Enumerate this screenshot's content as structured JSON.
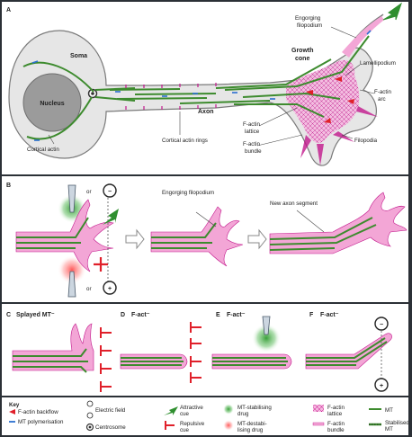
{
  "panelA": {
    "letter": "A",
    "soma": "Soma",
    "nucleus": "Nucleus",
    "engorging": [
      "Engorging",
      "filopodium"
    ],
    "growth_cone": [
      "Growth",
      "cone"
    ],
    "lamellipodium": "Lamellipodium",
    "axon": "Axon",
    "factin_arc": [
      "F-actin",
      "arc"
    ],
    "factin_lattice": [
      "F-actin",
      "lattice"
    ],
    "factin_bundle": [
      "F-actin",
      "bundle"
    ],
    "filopodia": "Filopodia",
    "cortical_actin": "Cortical actin",
    "cortical_rings": "Cortical actin rings"
  },
  "panelB": {
    "letter": "B",
    "or_top": "or",
    "or_bottom": "or",
    "minus": "−",
    "plus": "+",
    "engorging": "Engorging filopodium",
    "new_axon": "New axon segment"
  },
  "panelC": {
    "letter": "C",
    "label": "Splayed MT⁻"
  },
  "panelD": {
    "letter": "D",
    "label": "F-act⁻"
  },
  "panelE": {
    "letter": "E",
    "label": "F-act⁻"
  },
  "panelF": {
    "letter": "F",
    "label": "F-act⁻",
    "minus": "−",
    "plus": "+"
  },
  "key": {
    "title": "Key",
    "items": [
      "F-actin backflow",
      "MT polymerisation",
      "Electric field",
      "Centrosome",
      "Attractive cue",
      "Repulsive cue",
      "MT-stabilising drug",
      "MT-destabilising drug",
      "F-actin lattice",
      "F-actin bundle",
      "MT",
      "Stabilised MT"
    ],
    "item_lines": [
      [
        "F-actin backflow"
      ],
      [
        "MT polymerisation"
      ],
      [
        "Electric field"
      ],
      [
        "Centrosome"
      ],
      [
        "Attractive",
        "cue"
      ],
      [
        "Repulsive",
        "cue"
      ],
      [
        "MT-stabilising",
        "drug"
      ],
      [
        "MT-destabi-",
        "lising drug"
      ],
      [
        "F-actin",
        "lattice"
      ],
      [
        "F-actin",
        "bundle"
      ],
      [
        "MT"
      ],
      [
        "Stabilised",
        "MT"
      ]
    ]
  },
  "colors": {
    "background": "#2b3036",
    "panel": "#ffffff",
    "cell_fill": "#e6e6e6",
    "cell_stroke": "#7a7a7a",
    "nucleus": "#9b9b9b",
    "mt_green": "#3d8b2e",
    "mt_light": "#b7d98a",
    "factin_pink": "#f3a6d6",
    "factin_magenta": "#c2188c",
    "backflow_red": "#e0202a",
    "polymerisation_blue": "#2a6fd0",
    "attractive_green": "#2f8f2f",
    "repulsive_red": "#e0202a"
  }
}
